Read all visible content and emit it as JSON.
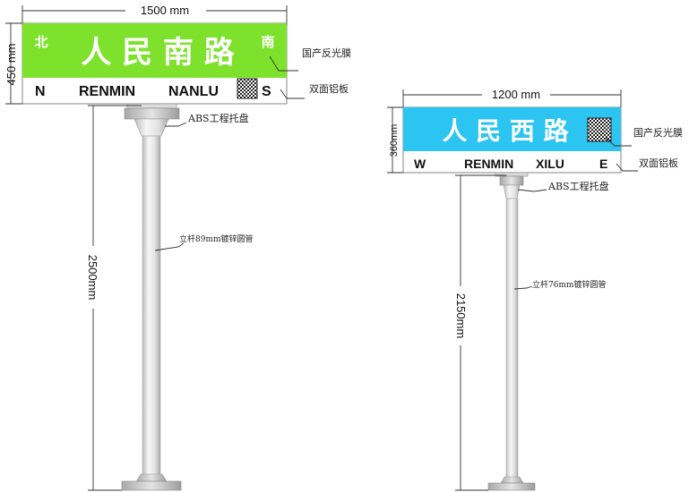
{
  "colors": {
    "green_panel": "#7ee22d",
    "blue_panel": "#2cc4f0",
    "pole": "#e9e9e9",
    "base": "#cfcfcf"
  },
  "sign1": {
    "width_label": "1500 mm",
    "height_label": "450 mm",
    "dir_left_cn": "北",
    "name_cn": "人 民 南 路",
    "dir_right_cn": "南",
    "dir_left_en": "N",
    "name_en_1": "RENMIN",
    "name_en_2": "NANLU",
    "dir_right_en": "S",
    "note_film": "国产反光膜",
    "note_board": "双面铝板",
    "note_tray": "ABS工程托盘",
    "note_pole": "立杆89mm镀锌圆管",
    "pole_height_label": "2500mm"
  },
  "sign2": {
    "width_label": "1200 mm",
    "height_label": "360mm",
    "name_cn": "人 民 西 路",
    "dir_left_en": "W",
    "name_en_1": "RENMIN",
    "name_en_2": "XILU",
    "dir_right_en": "E",
    "note_film": "国产反光膜",
    "note_board": "双面铝板",
    "note_tray": "ABS工程托盘",
    "note_pole": "立杆76mm镀锌圆管",
    "pole_height_label": "2150mm"
  }
}
